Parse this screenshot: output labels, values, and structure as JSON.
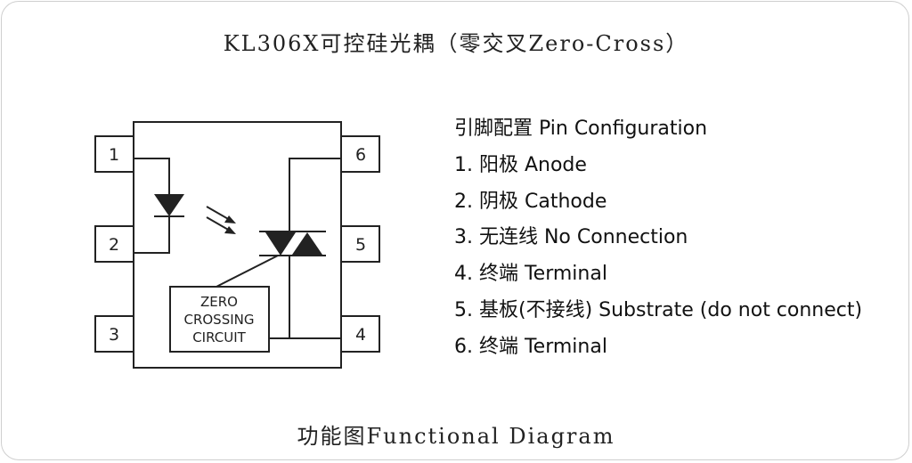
{
  "title": "KL306X可控硅光耦（零交叉Zero-Cross）",
  "caption": "功能图Functional Diagram",
  "diagram": {
    "pins": [
      {
        "number": "1"
      },
      {
        "number": "2"
      },
      {
        "number": "3"
      },
      {
        "number": "4"
      },
      {
        "number": "5"
      },
      {
        "number": "6"
      }
    ],
    "zero_crossing_circuit": [
      "ZERO",
      "CROSSING",
      "CIRCUIT"
    ],
    "line_color": "#222222"
  },
  "pin_config": {
    "heading": "引脚配置 Pin Configuration",
    "items": [
      "1. 阳极 Anode",
      "2. 阴极 Cathode",
      "3. 无连线 No Connection",
      "4. 终端 Terminal",
      "5. 基板(不接线) Substrate (do not connect)",
      "6. 终端 Terminal"
    ]
  }
}
